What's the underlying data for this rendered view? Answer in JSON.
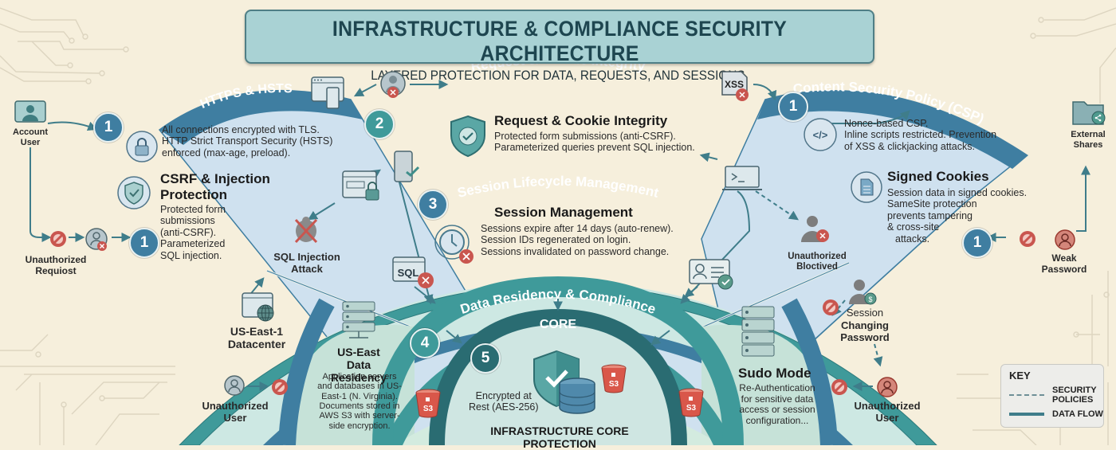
{
  "header": {
    "title": "INFRASTRUCTURE & COMPLIANCE SECURITY ARCHITECTURE",
    "subtitle": "LAYERED PROTECTION FOR DATA, REQUESTS, AND SESSIONS."
  },
  "colors": {
    "background": "#f6efdc",
    "layer_blue": "#3f7ea1",
    "layer_teal": "#3f9a9a",
    "layer_core": "#2a6c72",
    "fan_fill": "#cfe1ef",
    "ring_fill": "#cde8e3",
    "alert_red": "#c9564f"
  },
  "layers": {
    "https": {
      "band_label": "HTTPS & HSTS",
      "badge": "1",
      "desc": [
        "All connections encrypted with TLS.",
        "HTTP Strict Transport Security (HSTS)",
        "enforced (max-age, preload)."
      ],
      "sub_title": [
        "CSRF & Injection",
        "Protection"
      ],
      "sub_desc": [
        "Protected form",
        "submissions",
        "(anti-CSRF).",
        "Parameterized",
        "SQL injection."
      ],
      "sub_badge": "1"
    },
    "request": {
      "band_label": "Request & Cookie Integrity",
      "badge": "2",
      "title": "Request & Cookie Integrity",
      "desc": [
        "Protected form submissions (anti-CSRF).",
        "Parameterized queries prevent SQL injection."
      ]
    },
    "session": {
      "band_label": "Session Lifecycle Management",
      "badge": "3",
      "title": "Session Management",
      "desc": [
        "Sessions expire after 14 days (auto-renew).",
        "Session IDs regenerated on login.",
        "Sessions invalidated on password change."
      ]
    },
    "residency": {
      "band_label": "Data Residency & Compliance",
      "badge": "4",
      "title": [
        "US-East",
        "Data Residency"
      ],
      "desc": [
        "Application servers",
        "and databases in US-",
        "East-1 (N. Virginia).",
        "Documents stored in",
        "AWS S3 with server-",
        "side encryption."
      ]
    },
    "core": {
      "band_label": "CORE",
      "badge": "5",
      "encrypted": [
        "Encrypted at",
        "Rest (AES-256)"
      ],
      "footer": "INFRASTRUCTURE CORE PROTECTION",
      "s3_label": "S3"
    },
    "csp": {
      "band_label": "Content Security Policy (CSP)",
      "badge": "1",
      "desc": [
        "Nonce-based CSP.",
        "Inline scripts restricted. Prevention",
        "of XSS & clickjacking attacks."
      ],
      "sub_title": "Signed Cookies",
      "sub_desc": [
        "Session data in signed cookies.",
        "SameSite protection",
        "prevents tampering",
        "& cross-site",
        "attacks."
      ],
      "sub_badge": "1"
    },
    "sudo": {
      "title": "Sudo Mode",
      "desc": [
        "Re-Authentication",
        "for sensitive data",
        "access or session",
        "configuration..."
      ]
    }
  },
  "actors": {
    "account_user": [
      "Account",
      "User"
    ],
    "unauthorized_request": [
      "Unauthorized",
      "Requiost"
    ],
    "sql_attack": [
      "SQL Injection",
      "Attack"
    ],
    "datacenter": [
      "US-East-1",
      "Datacenter"
    ],
    "unauthorized_user_left": [
      "Unauthorized",
      "User"
    ],
    "unauthorized_blocked": [
      "Unauthorized",
      "Bloctived"
    ],
    "session_changing": [
      "Session",
      "Changing",
      "Password"
    ],
    "unauthorized_user_right": [
      "Unauthorized",
      "User"
    ],
    "external_shares": [
      "External",
      "Shares"
    ],
    "weak_password": [
      "Weak",
      "Password"
    ],
    "xss_label": "XSS",
    "sql_label": "SQL"
  },
  "key": {
    "title": "KEY",
    "items": [
      {
        "style": "dashed",
        "label": [
          "SECURITY",
          "POLICIES"
        ]
      },
      {
        "style": "solid",
        "label": [
          "DATA FLOW"
        ]
      }
    ]
  }
}
